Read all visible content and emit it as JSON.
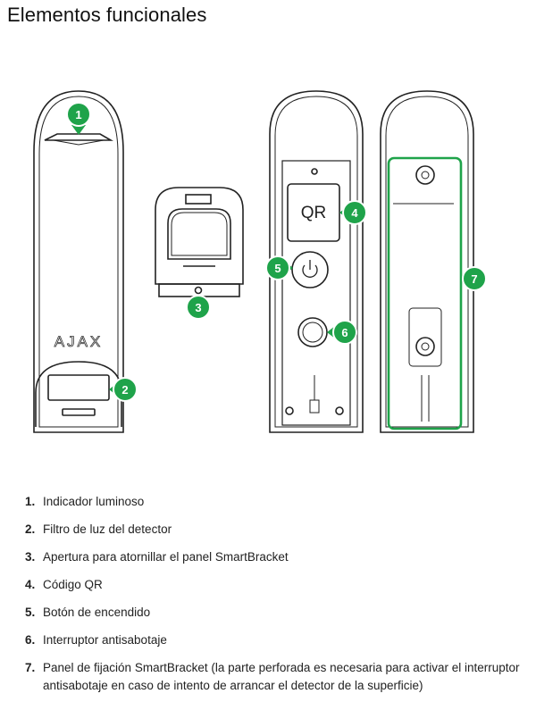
{
  "page": {
    "title": "Elementos funcionales"
  },
  "diagram": {
    "accent_color": "#1fa34a",
    "outline_color": "#222222",
    "logo_text": "AJAX",
    "qr_label": "QR",
    "callouts": [
      "1",
      "2",
      "3",
      "4",
      "5",
      "6",
      "7"
    ]
  },
  "items": [
    {
      "num": "1.",
      "text": "Indicador luminoso"
    },
    {
      "num": "2.",
      "text": "Filtro de luz del detector"
    },
    {
      "num": "3.",
      "text": "Apertura para atornillar el panel SmartBracket"
    },
    {
      "num": "4.",
      "text": "Código QR"
    },
    {
      "num": "5.",
      "text": "Botón de encendido"
    },
    {
      "num": "6.",
      "text": "Interruptor antisabotaje"
    },
    {
      "num": "7.",
      "text": "Panel de fijación SmartBracket (la parte perforada es necesaria para activar el interruptor antisabotaje en caso de intento de arrancar el detector de la superficie)"
    }
  ]
}
